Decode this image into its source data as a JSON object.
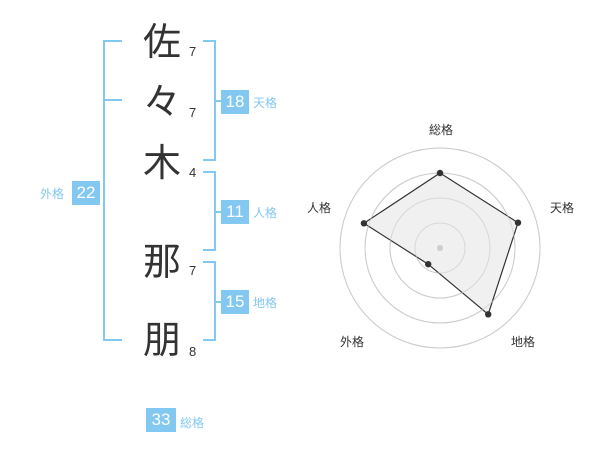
{
  "name": {
    "chars": [
      {
        "char": "佐",
        "strokes": "7"
      },
      {
        "char": "々",
        "strokes": "7"
      },
      {
        "char": "木",
        "strokes": "4"
      },
      {
        "char": "那",
        "strokes": "7"
      },
      {
        "char": "朋",
        "strokes": "8"
      }
    ]
  },
  "fortune": {
    "tenkaku": {
      "value": "18",
      "label": "天格"
    },
    "jinkaku": {
      "value": "11",
      "label": "人格"
    },
    "chikaku": {
      "value": "15",
      "label": "地格"
    },
    "gaikaku": {
      "value": "22",
      "label": "外格"
    },
    "soukaku": {
      "value": "33",
      "label": "総格"
    }
  },
  "colors": {
    "accent": "#82c8f0",
    "text": "#333333",
    "grid": "#cccccc",
    "fill": "#eeeeee"
  },
  "chart_data": {
    "type": "radar",
    "axes": [
      "総格",
      "天格",
      "地格",
      "外格",
      "人格"
    ],
    "values": [
      0.75,
      0.82,
      0.82,
      0.2,
      0.8
    ],
    "rings": 4
  }
}
